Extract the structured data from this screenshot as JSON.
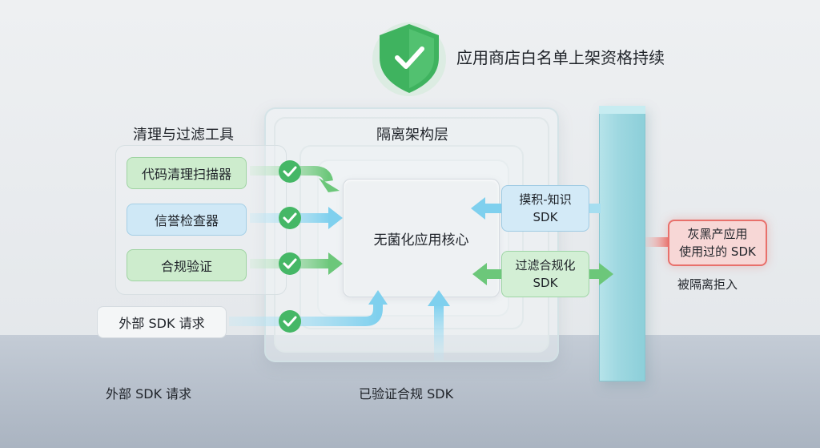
{
  "header": {
    "badge_text": "应用商店白名单上架资格持续"
  },
  "architecture": {
    "layer_title": "隔离架构层",
    "core_label": "无菌化应用核心"
  },
  "tools": {
    "title": "清理与过滤工具",
    "items": [
      {
        "label": "代码清理扫描器",
        "status": "checked"
      },
      {
        "label": "信誉检查器",
        "status": "checked"
      },
      {
        "label": "合规验证",
        "status": "checked"
      }
    ]
  },
  "external_request": {
    "label": "外部 SDK 请求",
    "status": "checked"
  },
  "right_side": {
    "sdk_boxes": [
      {
        "line1": "摸积-知识",
        "line2": "SDK"
      },
      {
        "line1": "过滤合规化",
        "line2": "SDK"
      }
    ],
    "blocked": {
      "line1": "灰黑产应用",
      "line2": "使用过的 SDK",
      "caption": "被隔离拒入"
    }
  },
  "floor_labels": {
    "left": "外部 SDK 请求",
    "center": "已验证合规 SDK"
  },
  "colors": {
    "check_green": "#45b766",
    "shield_green": "#3fb35f",
    "arrow_blue": "#7fd0ee",
    "arrow_green": "#6cc77a",
    "wall_cyan": "#9fd8e1",
    "danger_red": "#e8706b"
  },
  "icons": [
    "shield-check-icon",
    "check-circle-icon",
    "arrow-right-icon",
    "arrow-left-icon",
    "arrow-up-icon"
  ]
}
